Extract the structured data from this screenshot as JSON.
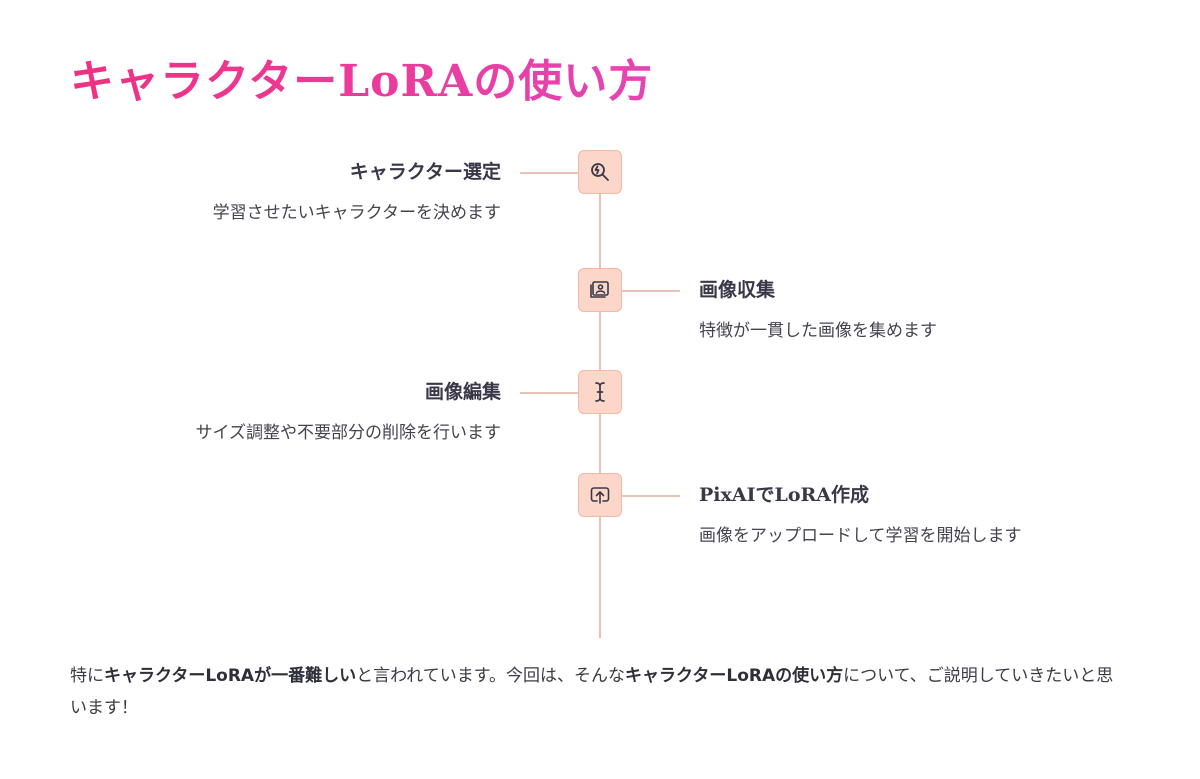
{
  "title": "キャラクターLoRAの使い方",
  "steps": [
    {
      "title": "キャラクター選定",
      "description": "学習させたいキャラクターを決めます",
      "icon": "search-icon"
    },
    {
      "title": "画像収集",
      "description": "特徴が一貫した画像を集めます",
      "icon": "photo-gallery-icon"
    },
    {
      "title": "画像編集",
      "description": "サイズ調整や不要部分の削除を行います",
      "icon": "text-cursor-icon"
    },
    {
      "title": "PixAIでLoRA作成",
      "description": "画像をアップロードして学習を開始します",
      "icon": "upload-icon"
    }
  ],
  "footer": {
    "p1": "特に",
    "b1": "キャラクターLoRAが一番難しい",
    "p2": "と言われています。今回は、そんな",
    "b2": "キャラクターLoRAの使い方",
    "p3": "について、ご説明していきたいと思います！"
  },
  "colors": {
    "title_gradient_start": "#f0307f",
    "title_gradient_end": "#e545b5",
    "icon_box_fill": "#fcd7c9",
    "icon_box_border": "#efb9a6",
    "timeline": "#e8c3b5"
  }
}
